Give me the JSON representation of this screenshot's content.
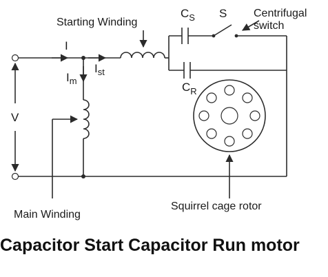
{
  "labels": {
    "starting_winding": "Starting Winding",
    "cs": "C",
    "cs_sub": "S",
    "switch_symbol": "S",
    "centrifugal_line1": "Centrifugal",
    "centrifugal_line2": "switch",
    "i": "I",
    "im": "I",
    "im_sub": "m",
    "ist": "I",
    "ist_sub": "st",
    "cr": "C",
    "cr_sub": "R",
    "v": "V",
    "main_winding": "Main Winding",
    "rotor": "Squirrel cage rotor"
  },
  "caption": "Capacitor Start Capacitor Run motor"
}
